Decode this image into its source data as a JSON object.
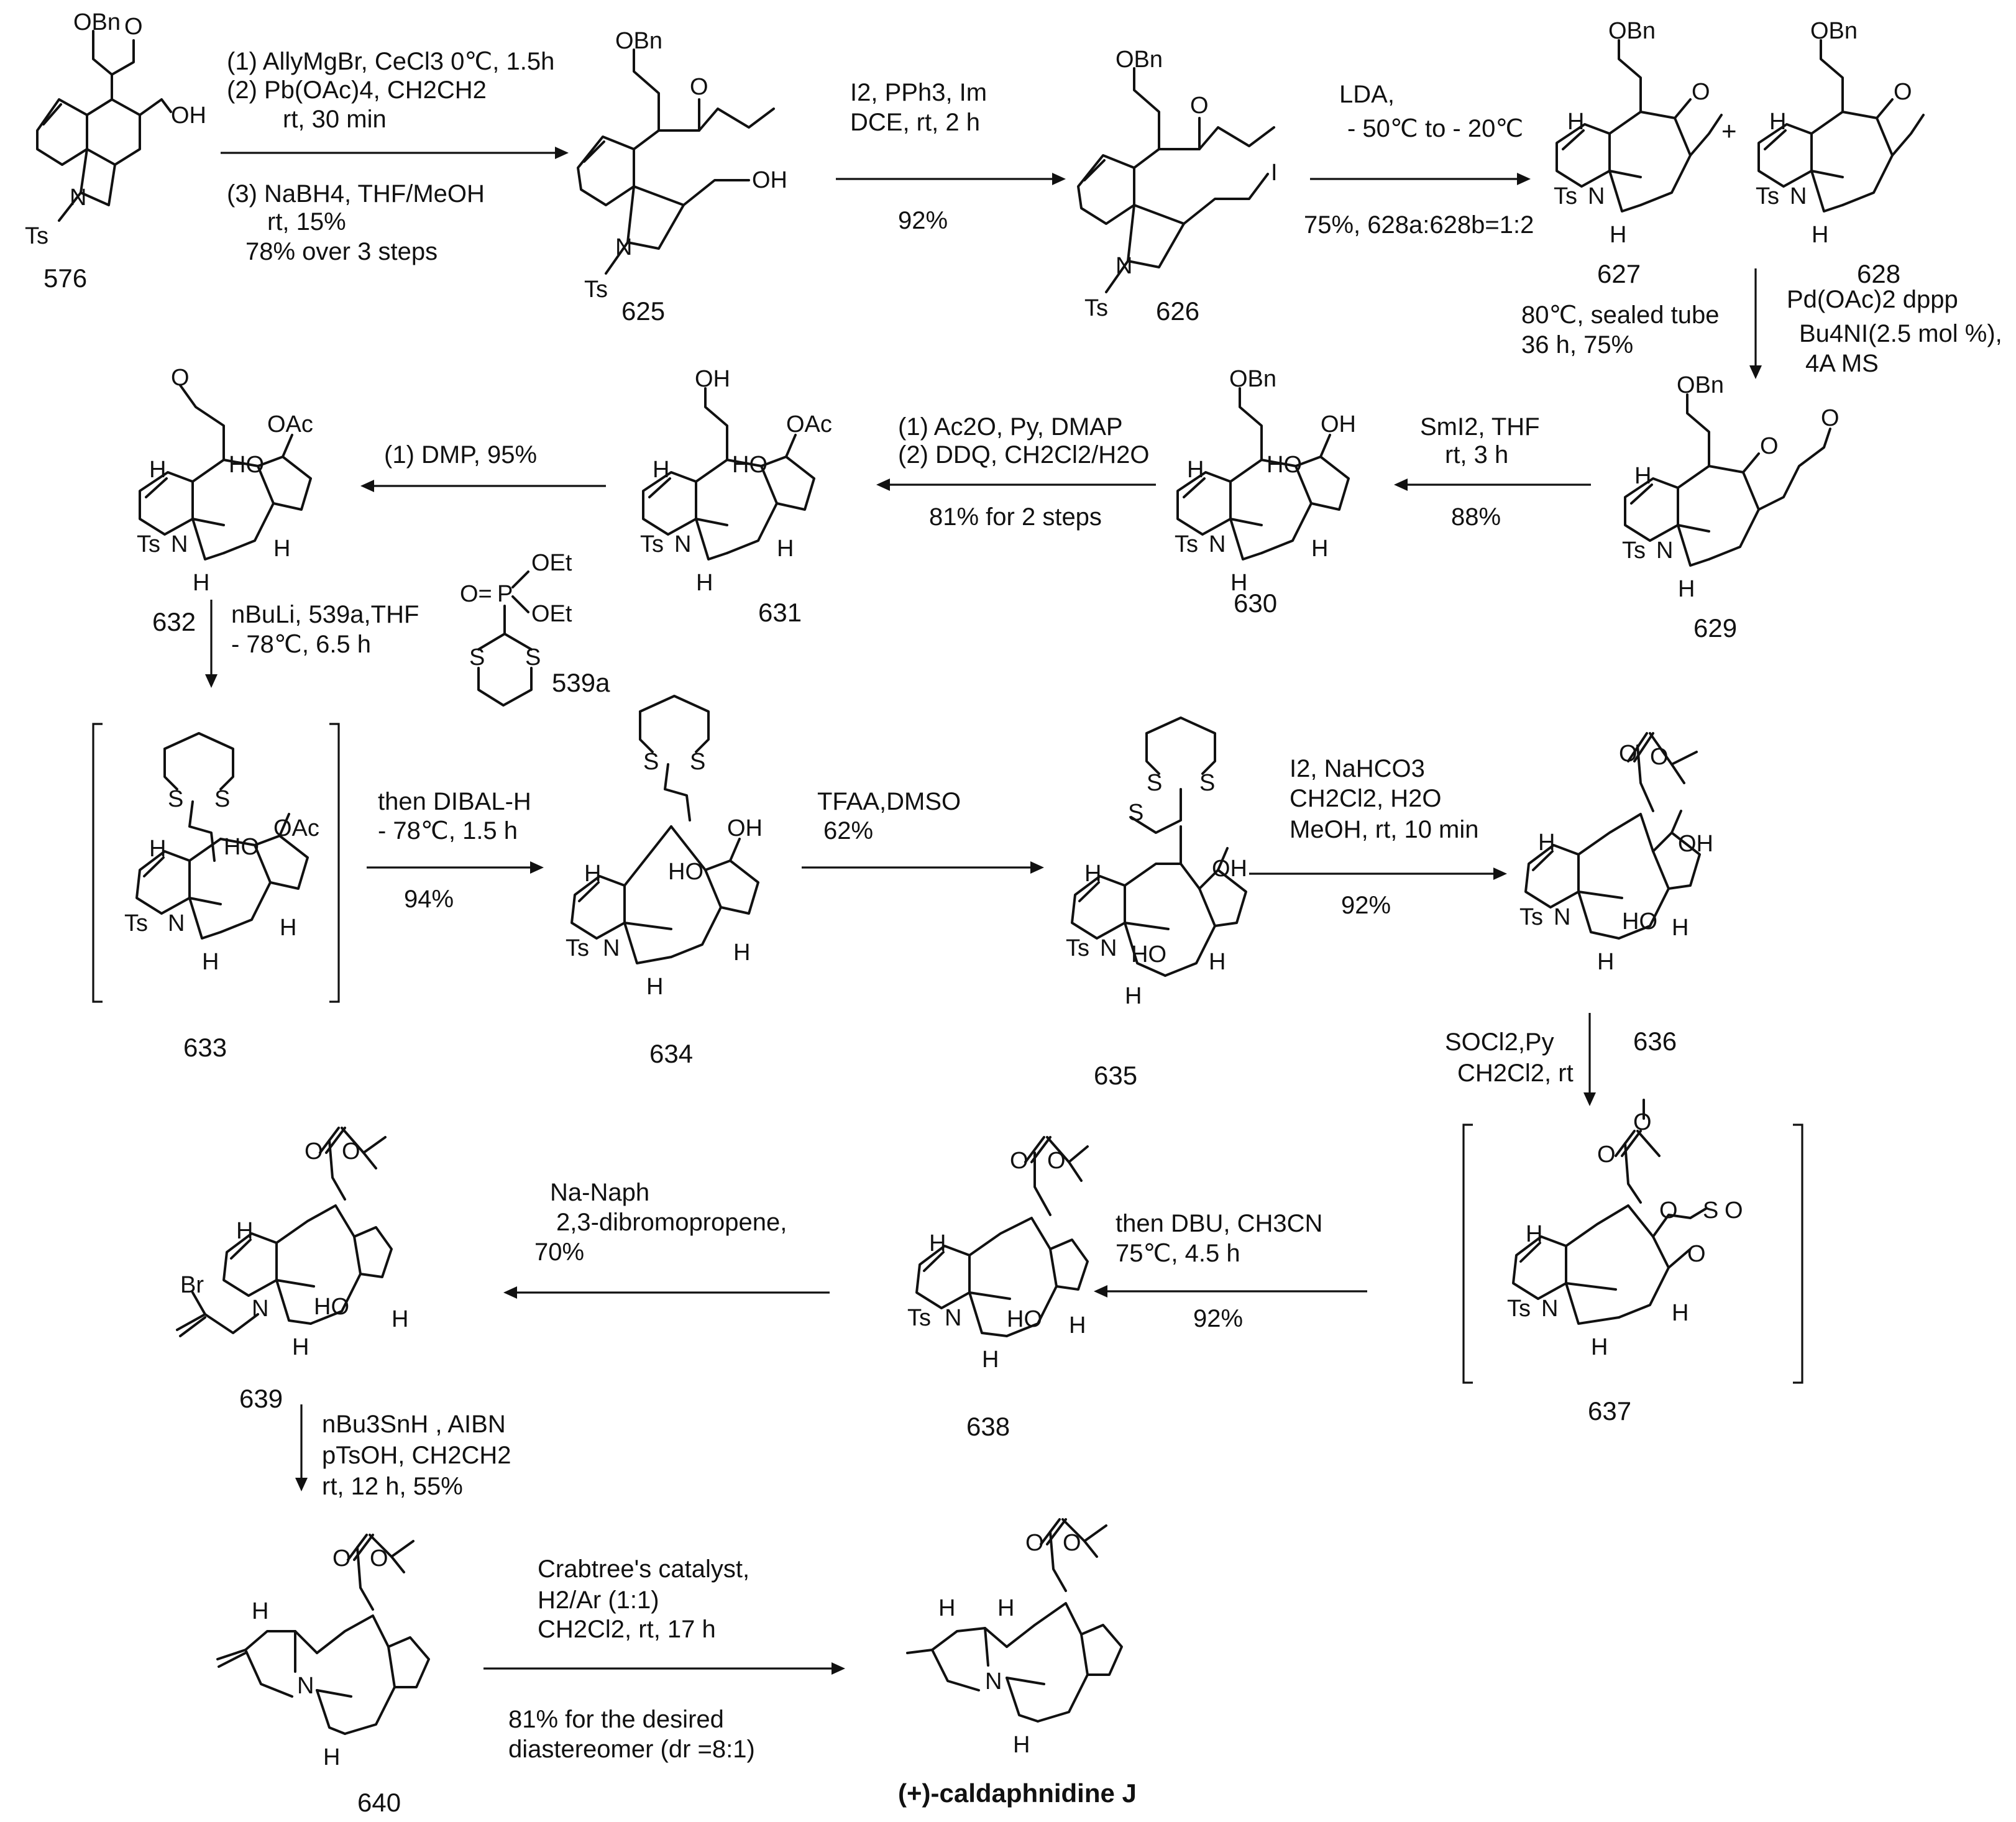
{
  "compounds": {
    "c576": "576",
    "c625": "625",
    "c626": "626",
    "c627": "627",
    "c628": "628",
    "c629": "629",
    "c630": "630",
    "c631": "631",
    "c632": "632",
    "c539a": "539a",
    "c633": "633",
    "c634": "634",
    "c635": "635",
    "c636": "636",
    "c637": "637",
    "c638": "638",
    "c639": "639",
    "c640": "640",
    "product": "(+)-caldaphnidine J"
  },
  "steps": {
    "s1": {
      "l1": "(1) AllyMgBr, CeCl3 0℃, 1.5h",
      "l2": "(2) Pb(OAc)4, CH2CH2",
      "l3": "rt, 30 min",
      "l4": "(3) NaBH4, THF/MeOH",
      "l5": "rt, 15%",
      "l6": "78% over 3 steps"
    },
    "s2": {
      "l1": "I2, PPh3, Im",
      "l2": "DCE, rt, 2 h",
      "l3": "92%"
    },
    "s3": {
      "l1": "LDA,",
      "l2": "- 50℃ to - 20℃",
      "l3": "75%, 628a:628b=1:2"
    },
    "s4": {
      "l1": "80℃, sealed tube",
      "l2": "36 h, 75%",
      "l3": "Pd(OAc)2  dppp",
      "l4": "Bu4NI(2.5 mol %),",
      "l5": "4A MS"
    },
    "s5": {
      "l1": "SmI2, THF",
      "l2": "rt, 3 h",
      "l3": "88%"
    },
    "s6": {
      "l1": "(1) Ac2O, Py, DMAP",
      "l2": "(2) DDQ, CH2Cl2/H2O",
      "l3": "81% for 2 steps"
    },
    "s7": {
      "l1": "(1) DMP, 95%"
    },
    "s8": {
      "l1": "nBuLi, 539a,THF",
      "l2": "- 78℃, 6.5 h"
    },
    "s9": {
      "l1": "then DIBAL-H",
      "l2": "- 78℃, 1.5 h",
      "l3": "94%"
    },
    "s10": {
      "l1": "TFAA,DMSO",
      "l2": "62%"
    },
    "s11": {
      "l1": "I2, NaHCO3",
      "l2": "CH2Cl2, H2O",
      "l3": "MeOH, rt, 10 min",
      "l4": "92%"
    },
    "s12": {
      "l1": "SOCl2,Py",
      "l2": "CH2Cl2, rt"
    },
    "s13": {
      "l1": "then DBU, CH3CN",
      "l2": "75℃, 4.5 h",
      "l3": "92%"
    },
    "s14": {
      "l1": "Na-Naph",
      "l2": "2,3-dibromopropene,",
      "l3": "70%"
    },
    "s15": {
      "l1": "nBu3SnH , AIBN",
      "l2": "pTsOH, CH2CH2",
      "l3": "rt, 12 h, 55%"
    },
    "s16": {
      "l1": "Crabtree's catalyst,",
      "l2": "H2/Ar (1:1)",
      "l3": "CH2Cl2, rt, 17 h",
      "l4": "81% for the desired",
      "l5": "diastereomer (dr =8:1)"
    }
  },
  "atoms": {
    "obn": "OBn",
    "oh": "OH",
    "o": "O",
    "ts": "Ts",
    "n": "N",
    "h": "H",
    "i": "I",
    "oac": "OAc",
    "ho": "HO",
    "s": "S",
    "br": "Br",
    "plus": "+",
    "oet": "OEt",
    "p": "P",
    "eq": "O="
  }
}
